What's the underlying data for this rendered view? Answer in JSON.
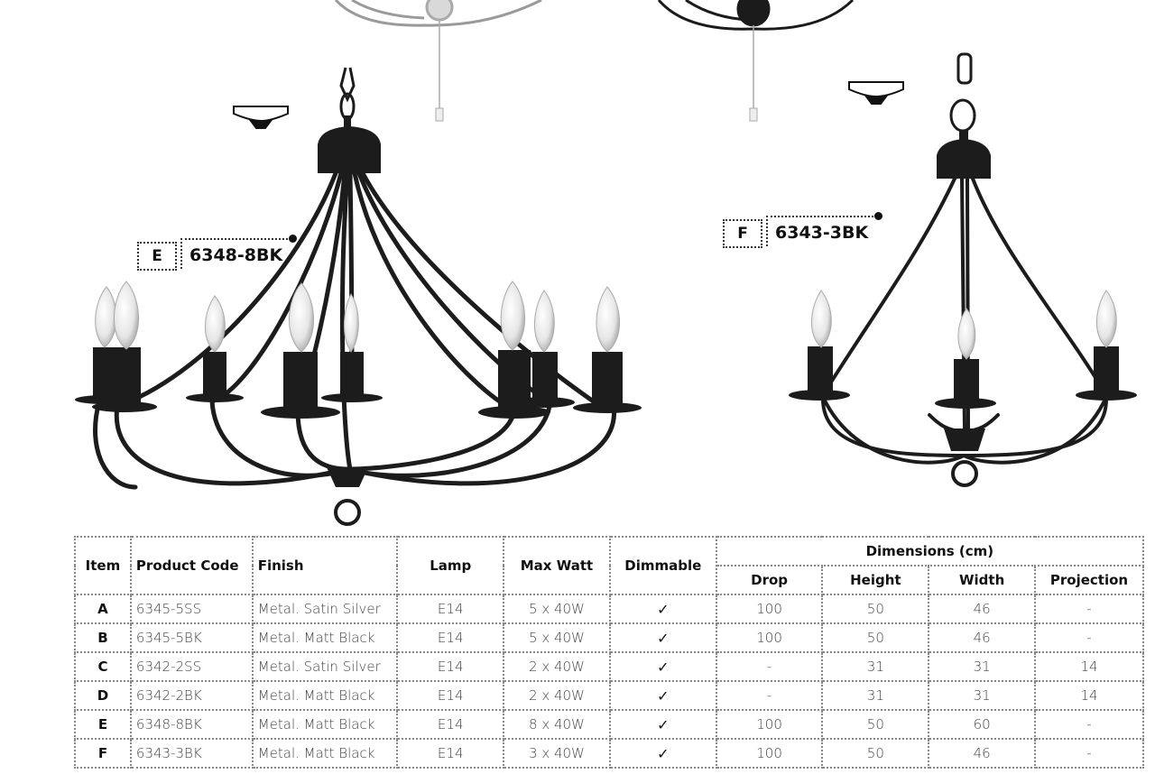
{
  "callouts": [
    {
      "letter": "E",
      "code": "6348-8BK"
    },
    {
      "letter": "F",
      "code": "6343-3BK"
    }
  ],
  "table": {
    "headers": {
      "item": "Item",
      "product_code": "Product Code",
      "finish": "Finish",
      "lamp": "Lamp",
      "max_watt": "Max Watt",
      "dimmable": "Dimmable",
      "dimensions": "Dimensions (cm)",
      "drop": "Drop",
      "height": "Height",
      "width": "Width",
      "projection": "Projection"
    },
    "rows": [
      {
        "item": "A",
        "code": "6345-5SS",
        "finish": "Metal. Satin Silver",
        "lamp": "E14",
        "watt": "5 x 40W",
        "dim": "✓",
        "drop": "100",
        "height": "50",
        "width": "46",
        "proj": "-"
      },
      {
        "item": "B",
        "code": "6345-5BK",
        "finish": "Metal. Matt Black",
        "lamp": "E14",
        "watt": "5 x 40W",
        "dim": "✓",
        "drop": "100",
        "height": "50",
        "width": "46",
        "proj": "-"
      },
      {
        "item": "C",
        "code": "6342-2SS",
        "finish": "Metal. Satin Silver",
        "lamp": "E14",
        "watt": "2 x 40W",
        "dim": "✓",
        "drop": "-",
        "height": "31",
        "width": "31",
        "proj": "14"
      },
      {
        "item": "D",
        "code": "6342-2BK",
        "finish": "Metal. Matt Black",
        "lamp": "E14",
        "watt": "2 x 40W",
        "dim": "✓",
        "drop": "-",
        "height": "31",
        "width": "31",
        "proj": "14"
      },
      {
        "item": "E",
        "code": "6348-8BK",
        "finish": "Metal. Matt Black",
        "lamp": "E14",
        "watt": "8 x 40W",
        "dim": "✓",
        "drop": "100",
        "height": "50",
        "width": "60",
        "proj": "-"
      },
      {
        "item": "F",
        "code": "6343-3BK",
        "finish": "Metal. Matt Black",
        "lamp": "E14",
        "watt": "3 x 40W",
        "dim": "✓",
        "drop": "100",
        "height": "50",
        "width": "46",
        "proj": "-"
      }
    ]
  }
}
